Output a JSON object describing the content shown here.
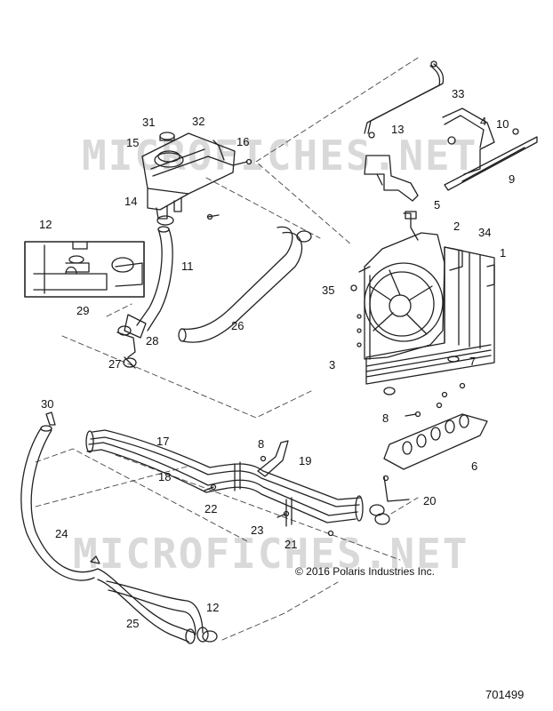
{
  "watermark": "MICROFICHES.NET",
  "copyright": "© 2016 Polaris Industries Inc.",
  "document_number": "701499",
  "callouts": [
    "1",
    "2",
    "3",
    "4",
    "5",
    "6",
    "7",
    "8",
    "8",
    "9",
    "10",
    "11",
    "12",
    "12",
    "13",
    "14",
    "15",
    "16",
    "17",
    "18",
    "19",
    "20",
    "21",
    "22",
    "23",
    "24",
    "25",
    "26",
    "27",
    "28",
    "29",
    "30",
    "31",
    "32",
    "33",
    "34",
    "35"
  ],
  "colors": {
    "line": "#222222",
    "dash": "#444444",
    "watermark": "#d9d9d9"
  }
}
